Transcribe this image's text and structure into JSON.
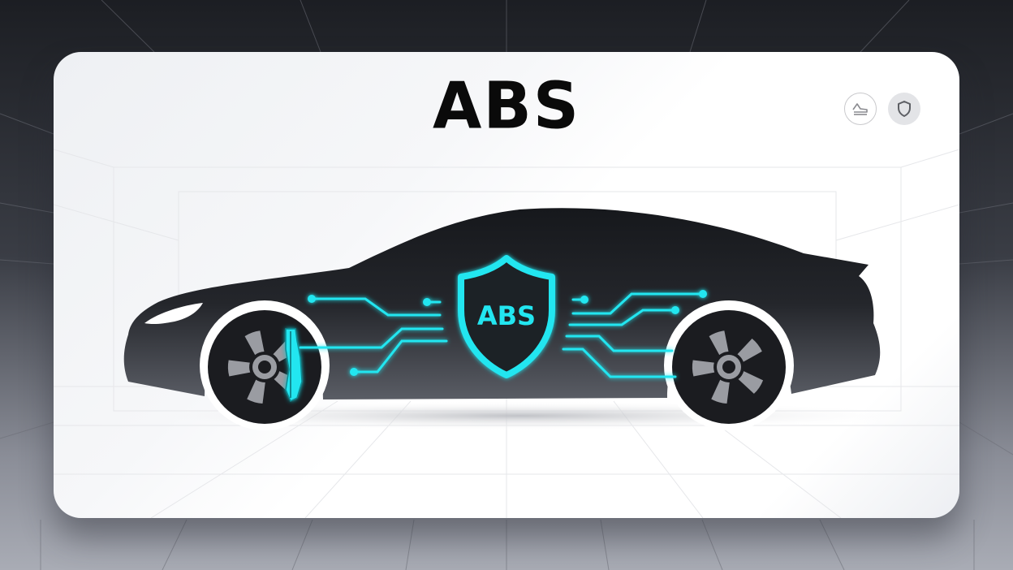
{
  "card": {
    "title": "ABS"
  },
  "actions": [
    {
      "name": "brake-pedal-button",
      "icon": "brake-pedal-icon"
    },
    {
      "name": "shield-button",
      "icon": "shield-icon"
    }
  ],
  "illustration": {
    "subject": "sports-car-silhouette",
    "badge_text": "ABS",
    "badge_icon": "shield-icon",
    "accent_color": "#22e6f0",
    "body_color": "#1a1c20",
    "wheel_rim_color": "#9a9ca2",
    "highlight": "front-brake-caliper"
  },
  "colors": {
    "background_top": "#1c1e23",
    "background_bottom": "#a9acb5",
    "card": "#ffffff",
    "title": "#0a0a0a",
    "accent": "#22e6f0"
  }
}
